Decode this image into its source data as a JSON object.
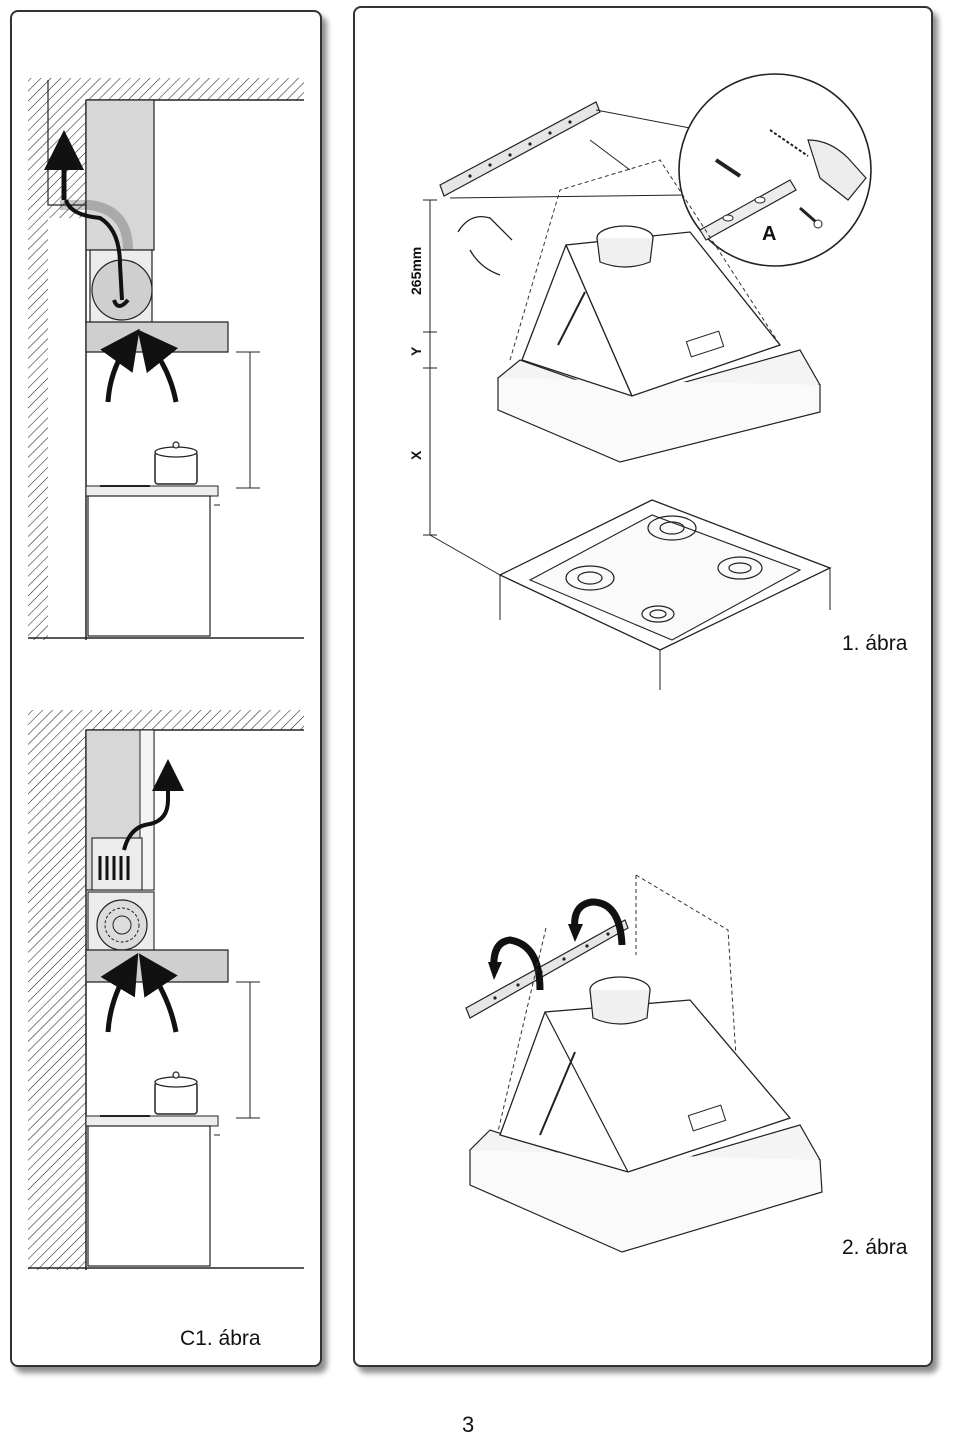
{
  "captions": {
    "figure1": "1. ábra",
    "figure2": "2. ábra",
    "figureC1": "C1. ábra"
  },
  "labels": {
    "dimension_265": "265mm",
    "dimension_y": "Y",
    "dimension_x": "X",
    "part_a": "A"
  },
  "page_number": "3"
}
